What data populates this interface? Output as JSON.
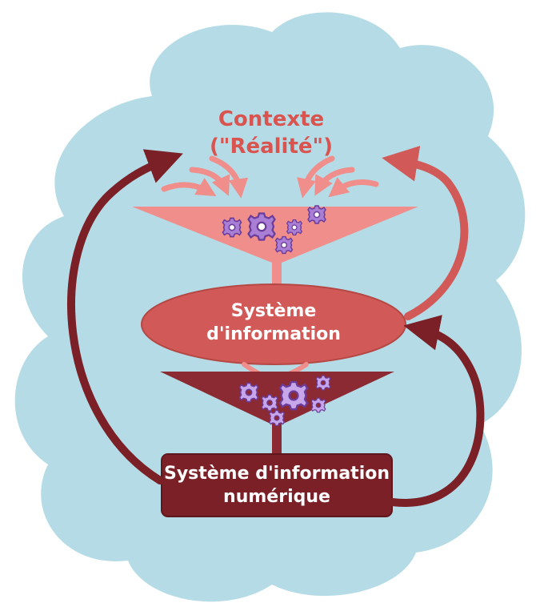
{
  "colors": {
    "cloud": "#b5dce6",
    "context_text": "#d9534f",
    "light_pink": "#ef8e8b",
    "medium_red": "#d15a58",
    "dark_red": "#8b2a32",
    "darker_red": "#7a2026",
    "gear_fill": "#a97fd6",
    "gear_stroke": "#6b3c9a",
    "gear_light_fill": "#c7a6ea",
    "white": "#ffffff"
  },
  "labels": {
    "context_line1": "Contexte",
    "context_line2": "(\"Réalité\")",
    "system_line1": "Système",
    "system_line2": "d'information",
    "digital_line1": "Système d'information",
    "digital_line2": "numérique"
  },
  "icons": {
    "gear": "gear-icon"
  }
}
